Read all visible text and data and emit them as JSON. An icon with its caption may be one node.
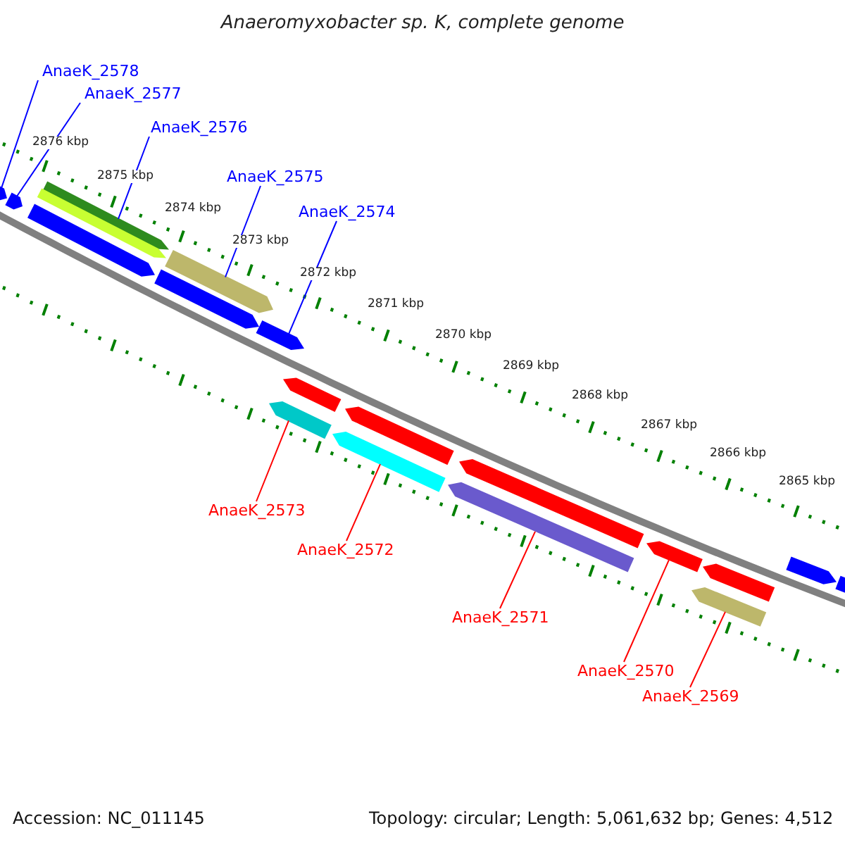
{
  "diagram": {
    "title": "Anaeromyxobacter sp. K, complete genome",
    "nodes": [
      {
        "text": [
          "AnaeK_2578"
        ]
      },
      {
        "text": [
          "AnaeK_2577"
        ]
      },
      {
        "text": [
          "AnaeK_2576"
        ]
      },
      {
        "text": [
          "AnaeK_2575"
        ]
      },
      {
        "text": [
          "AnaeK_2574"
        ]
      },
      {
        "text": [
          "AnaeK_2573"
        ]
      },
      {
        "text": [
          "AnaeK_2572"
        ]
      },
      {
        "text": [
          "AnaeK_2571"
        ]
      },
      {
        "text": [
          "AnaeK_2570"
        ]
      },
      {
        "text": [
          "AnaeK_2569"
        ]
      },
      {
        "text": [],
        "shape": "arrow"
      },
      {
        "text": [],
        "shape": "arrow"
      },
      {
        "text": [],
        "shape": "arrow"
      },
      {
        "text": [],
        "shape": "arrow"
      },
      {
        "text": [],
        "shape": "arrow"
      },
      {
        "text": [],
        "shape": "arrow"
      },
      {
        "text": [],
        "shape": "arrow"
      },
      {
        "text": [],
        "shape": "arrow"
      },
      {
        "text": [],
        "shape": "arrow"
      },
      {
        "text": [],
        "shape": "arrow"
      },
      {
        "text": [],
        "shape": "arrow"
      },
      {
        "text": [],
        "shape": "arrow"
      },
      {
        "text": [],
        "shape": "arrow"
      },
      {
        "text": [],
        "shape": "arrow"
      },
      {
        "text": [],
        "shape": "arrow"
      },
      {
        "text": [],
        "shape": "arrow"
      },
      {
        "text": [],
        "shape": "arrow"
      },
      {
        "text": [],
        "shape": "arrow"
      },
      {
        "text": [],
        "shape": "arrow"
      }
    ],
    "edges": [
      {
        "from": 0,
        "to": 10,
        "arrow": "none",
        "color": "#0000ff"
      },
      {
        "from": 1,
        "to": 11,
        "arrow": "none",
        "color": "#0000ff"
      },
      {
        "from": 2,
        "to": 12,
        "arrow": "none",
        "color": "#0000ff"
      },
      {
        "from": 3,
        "to": 14,
        "arrow": "none",
        "color": "#0000ff"
      },
      {
        "from": 4,
        "to": 17,
        "arrow": "none",
        "color": "#0000ff"
      },
      {
        "from": 5,
        "to": 21,
        "arrow": "none",
        "color": "#ff0000"
      },
      {
        "from": 6,
        "to": 23,
        "arrow": "none",
        "color": "#ff0000"
      },
      {
        "from": 7,
        "to": 25,
        "arrow": "none",
        "color": "#ff0000"
      },
      {
        "from": 8,
        "to": 26,
        "arrow": "none",
        "color": "#ff0000"
      },
      {
        "from": 9,
        "to": 28,
        "arrow": "none",
        "color": "#ff0000"
      }
    ],
    "labels": [
      "2876 kbp",
      "2875 kbp",
      "2874 kbp",
      "2873 kbp",
      "2872 kbp",
      "2871 kbp",
      "2870 kbp",
      "2869 kbp",
      "2868 kbp",
      "2867 kbp",
      "2866 kbp",
      "2865 kbp",
      "Accession: NC_011145",
      "Topology: circular; Length: 5,061,632 bp; Genes: 4,512"
    ]
  }
}
